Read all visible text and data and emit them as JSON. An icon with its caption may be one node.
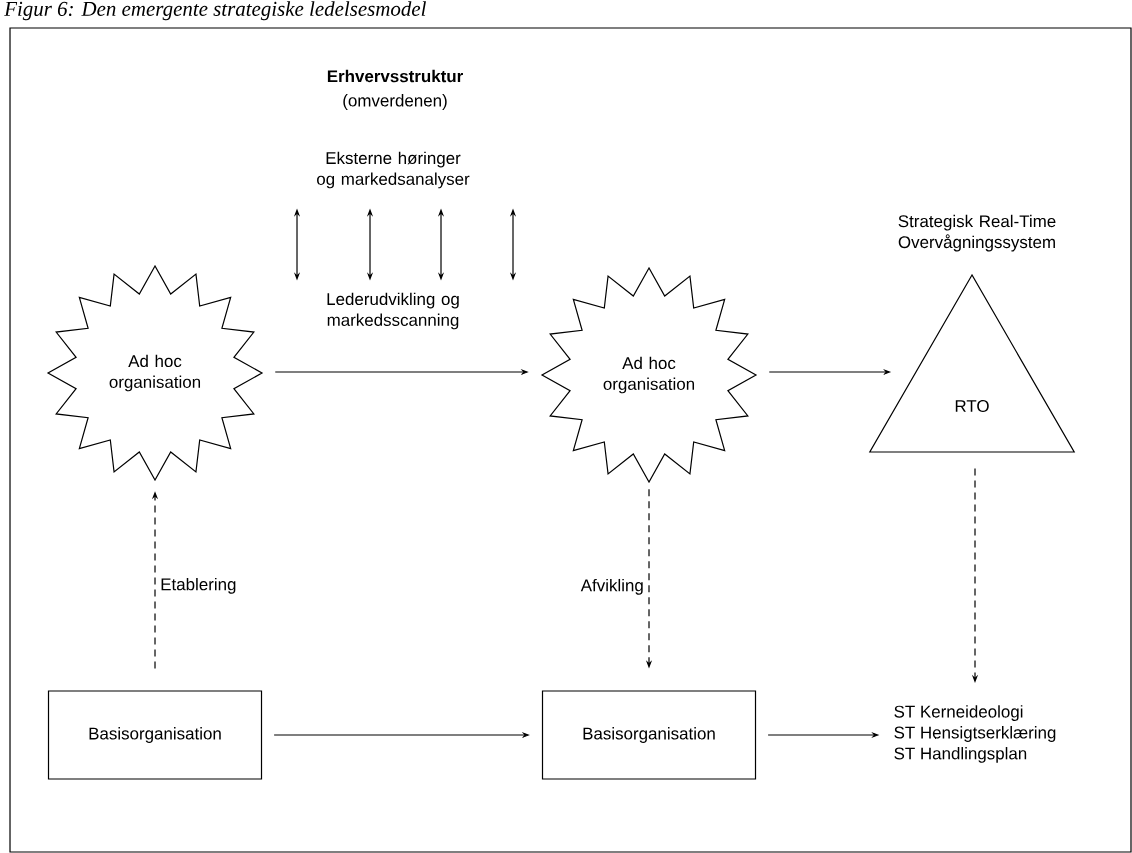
{
  "diagram": {
    "title": "Figur 6: Den emergente strategiske ledelsesmodel",
    "nodes": [
      {
        "text": [
          "Ad hoc organisation"
        ]
      },
      {
        "text": [
          "Ad hoc organisation"
        ]
      },
      {
        "text": [
          "Strategisk Real-Time Overvågningssystem",
          "RTO"
        ]
      },
      {
        "text": [
          "Basisorganisation"
        ]
      },
      {
        "text": [
          "Basisorganisation"
        ]
      },
      {
        "text": [
          "ST Kerneideologi",
          "ST Hensigtserklæring",
          "ST Handlingsplan"
        ]
      },
      {
        "text": [
          "Eksterne høringer og markedsanalyser"
        ]
      },
      {
        "text": [
          "Lederudvikling og markedsscanning"
        ]
      }
    ],
    "edges": [
      {
        "from": 0,
        "to": 1,
        "arrow": "to"
      },
      {
        "from": 1,
        "to": 2,
        "arrow": "to"
      },
      {
        "from": 3,
        "to": 0,
        "arrow": "to",
        "style": "dashed",
        "label": "Etablering"
      },
      {
        "from": 1,
        "to": 4,
        "arrow": "to",
        "style": "dashed",
        "label": "Afvikling"
      },
      {
        "from": 2,
        "to": 5,
        "arrow": "to",
        "style": "dashed"
      },
      {
        "from": 3,
        "to": 4,
        "arrow": "to"
      },
      {
        "from": 4,
        "to": 5,
        "arrow": "to"
      },
      {
        "from": 6,
        "to": 7,
        "arrow": "both"
      },
      {
        "from": 6,
        "to": 7,
        "arrow": "both"
      },
      {
        "from": 6,
        "to": 7,
        "arrow": "both"
      },
      {
        "from": 6,
        "to": 7,
        "arrow": "both"
      }
    ],
    "labels": [
      "Erhvervsstruktur",
      "(omverdenen)"
    ]
  }
}
